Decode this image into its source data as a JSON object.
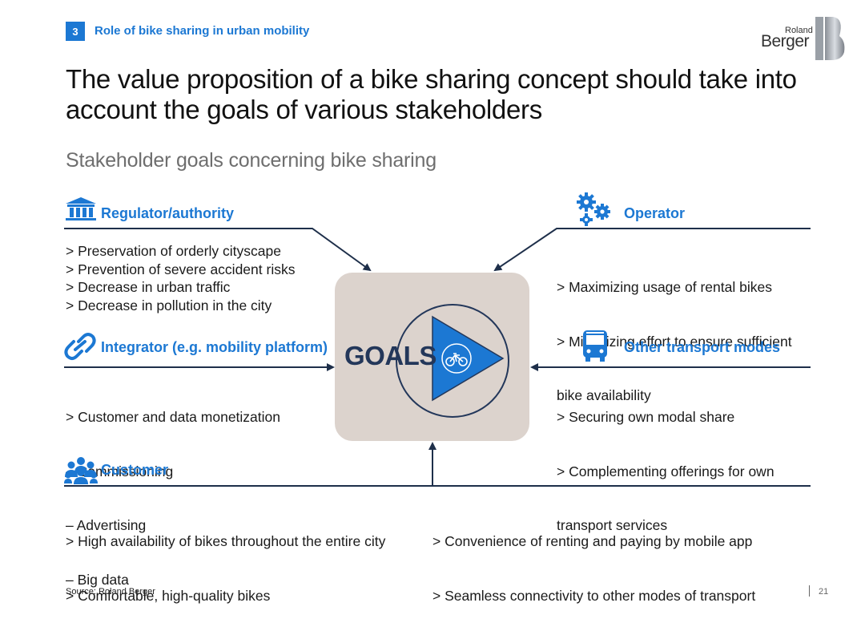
{
  "header": {
    "section_number": "3",
    "section_title": "Role of bike sharing in urban mobility",
    "logo_line1": "Roland",
    "logo_line2": "Berger"
  },
  "title": "The value proposition of a bike sharing concept should take into account the goals of various stakeholders",
  "subtitle": "Stakeholder goals concerning bike sharing",
  "center_label": "GOALS",
  "stakeholders": {
    "regulator": {
      "name": "Regulator/authority",
      "icon": "government-building-icon",
      "items": [
        "> Preservation of orderly cityscape",
        "> Prevention of severe accident risks",
        "> Decrease in urban traffic",
        "> Decrease in pollution in the city"
      ]
    },
    "operator": {
      "name": "Operator",
      "icon": "gears-icon",
      "items": [
        ">  Maximizing usage of rental bikes",
        ">  Minimizing effort to ensure sufficient",
        "    bike availability"
      ]
    },
    "integrator": {
      "name": "Integrator (e.g. mobility platform)",
      "icon": "link-icon",
      "items": [
        "> Customer and data monetization",
        "   – Commissioning",
        "   – Advertising",
        "   – Big data"
      ]
    },
    "transport": {
      "name": "Other transport modes",
      "icon": "bus-icon",
      "items": [
        ">  Securing own modal share",
        ">  Complementing offerings for own",
        "    transport services"
      ]
    },
    "customer": {
      "name": "Customer",
      "icon": "people-group-icon",
      "items_left": [
        ">  High availability of bikes throughout the entire city",
        ">  Comfortable, high-quality bikes"
      ],
      "items_right": [
        ">  Convenience of renting and paying by mobile app",
        ">  Seamless connectivity to other modes of transport"
      ]
    }
  },
  "footer": {
    "source": "Source: Roland Berger",
    "page": "21"
  },
  "colors": {
    "accent_blue": "#1c78d3",
    "navy": "#1e2f4a",
    "goals_box": "#dcd3cd"
  }
}
